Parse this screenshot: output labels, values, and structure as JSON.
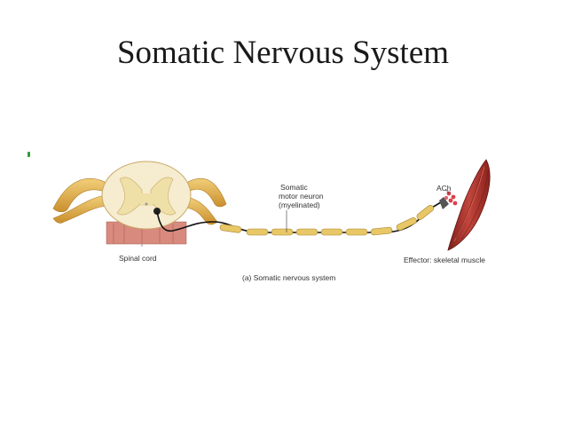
{
  "slide": {
    "title": "Somatic Nervous System"
  },
  "figure": {
    "labels": {
      "spinal_cord": "Spinal cord",
      "neuron_line1": "Somatic",
      "neuron_line2": "motor neuron",
      "neuron_line3": "(myelinated)",
      "ach": "ACh",
      "effector": "Effector: skeletal muscle",
      "caption": "(a) Somatic nervous system"
    },
    "colors": {
      "nerve": "#e3b04b",
      "gray_matter": "#f3e6b8",
      "white_matter": "#f8f0d6",
      "muscle": "#a9322a",
      "myelin": "#e8c766",
      "ach_vesicles": "#d8414b"
    }
  }
}
